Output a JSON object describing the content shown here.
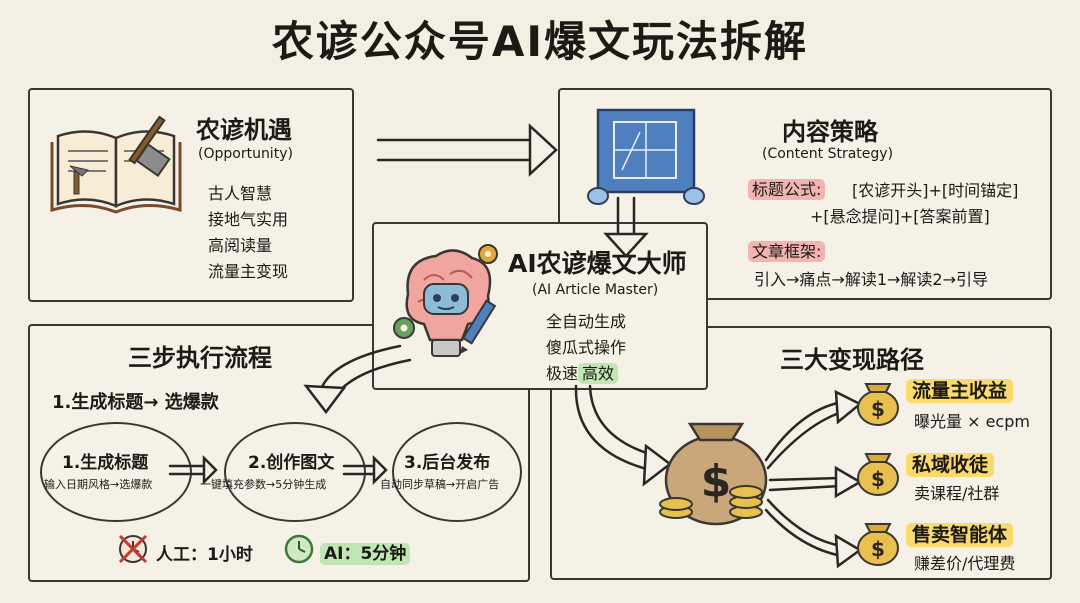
{
  "title": "农谚公众号AI爆文玩法拆解",
  "opportunity": {
    "heading": "农谚机遇",
    "subtitle": "(Opportunity)",
    "items": [
      "古人智慧",
      "接地气实用",
      "高阅读量",
      "流量主变现"
    ]
  },
  "strategy": {
    "heading": "内容策略",
    "subtitle": "(Content Strategy)",
    "formula_label": "标题公式:",
    "formula_line1": "[农谚开头]+[时间锚定]",
    "formula_line2": "+[悬念提问]+[答案前置]",
    "framework_label": "文章框架:",
    "framework_text": "引入→痛点→解读1→解读2→引导"
  },
  "master": {
    "heading": "AI农谚爆文大师",
    "subtitle": "(AI Article Master)",
    "items": [
      "全自动生成",
      "傻瓜式操作"
    ],
    "item3_prefix": "极速",
    "item3_highlight": "高效"
  },
  "process": {
    "heading": "三步执行流程",
    "intro": "1.生成标题→ 选爆款",
    "steps": [
      {
        "title": "1.生成标题",
        "desc": "输入日期风格→选爆款"
      },
      {
        "title": "2.创作图文",
        "desc": "一键填充参数→5分钟生成"
      },
      {
        "title": "3.后台发布",
        "desc": "自动同步草稿→开启广告"
      }
    ],
    "manual_label": "人工：1小时",
    "ai_label": "AI：5分钟"
  },
  "monetization": {
    "heading": "三大变现路径",
    "paths": [
      {
        "title": "流量主收益",
        "desc": "曝光量 × ecpm"
      },
      {
        "title": "私域收徒",
        "desc": "卖课程/社群"
      },
      {
        "title": "售卖智能体",
        "desc": "赚差价/代理费"
      }
    ]
  },
  "colors": {
    "red_highlight": "#f3b3b0",
    "green_highlight": "#bfe6b3",
    "yellow_highlight": "#f8da6e",
    "background": "#f4efe3"
  },
  "icons": [
    "book-hammer-icon",
    "blueprint-icon",
    "brain-robot-icon",
    "pen-icon",
    "gear-icon",
    "money-bag-icon",
    "coin-bag-icon",
    "no-clock-icon",
    "clock-icon"
  ]
}
